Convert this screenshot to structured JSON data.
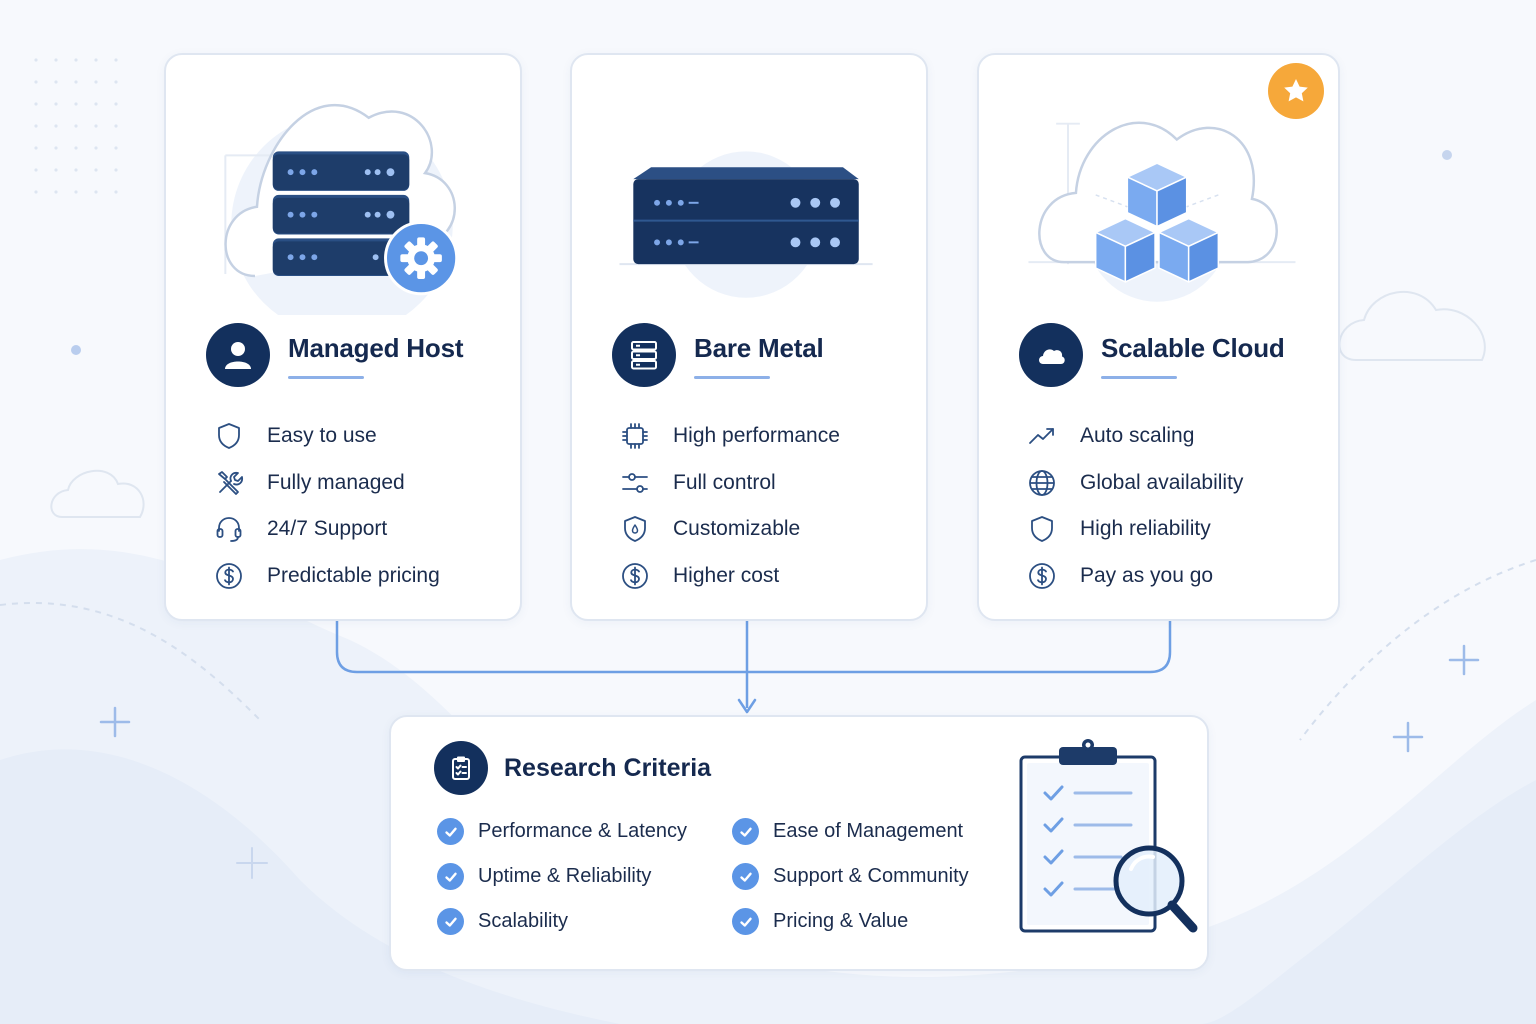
{
  "options": [
    {
      "title": "Managed Host",
      "features": [
        "Easy to use",
        "Fully managed",
        "24/7 Support",
        "Predictable pricing"
      ]
    },
    {
      "title": "Bare Metal",
      "features": [
        "High performance",
        "Full control",
        "Customizable",
        "Higher cost"
      ]
    },
    {
      "title": "Scalable Cloud",
      "features": [
        "Auto scaling",
        "Global availability",
        "High reliability",
        "Pay as you go"
      ],
      "recommended": true
    }
  ],
  "research": {
    "title": "Research Criteria",
    "criteria": [
      "Performance & Latency",
      "Ease of Management",
      "Uptime & Reliability",
      "Support & Community",
      "Scalability",
      "Pricing & Value"
    ]
  },
  "icons": {
    "managed_host": [
      "user-icon",
      "shield-icon",
      "tools-icon",
      "headset-icon",
      "dollar-icon"
    ],
    "bare_metal": [
      "server-icon",
      "chip-icon",
      "sliders-icon",
      "shield-drop-icon",
      "dollar-icon"
    ],
    "scalable_cloud": [
      "cloud-icon",
      "trend-up-icon",
      "globe-icon",
      "shield-icon",
      "dollar-icon"
    ],
    "research": [
      "clipboard-check-icon",
      "check-icon",
      "magnifier-icon"
    ],
    "badge": "star-icon"
  },
  "colors": {
    "navy": "#13305d",
    "accent_blue": "#5b95e6",
    "light_blue": "#8db0e8",
    "star_orange": "#f6a83a",
    "background": "#f7f9fd"
  }
}
